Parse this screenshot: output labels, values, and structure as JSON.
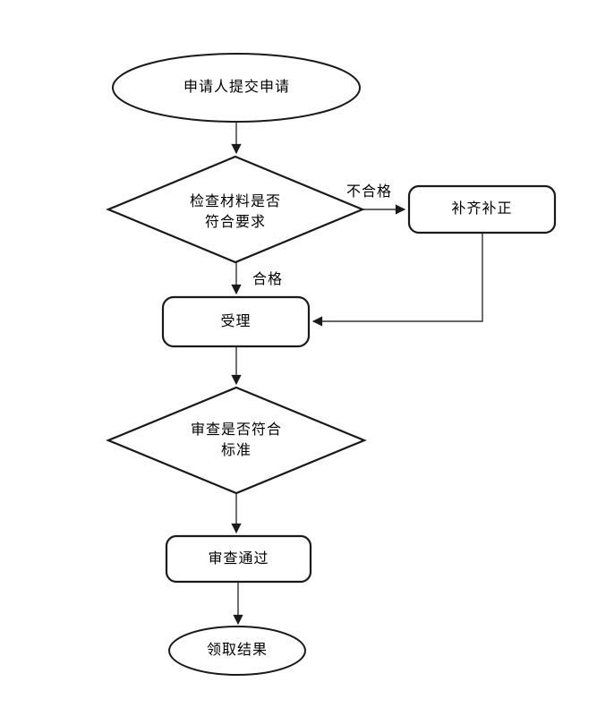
{
  "diagram": {
    "type": "flowchart",
    "background": "#ffffff",
    "stroke_color": "#1a1a1a",
    "connector_color": "#333333",
    "text_color": "#000000",
    "nodes": {
      "start": {
        "shape": "ellipse",
        "label": "申请人提交申请"
      },
      "check": {
        "shape": "diamond",
        "label_line1": "检查材料是否",
        "label_line2": "符合要求"
      },
      "supplement": {
        "shape": "rounded-rect",
        "label": "补齐补正"
      },
      "accept": {
        "shape": "rounded-rect",
        "label": "受理"
      },
      "review": {
        "shape": "diamond",
        "label_line1": "审查是否符合",
        "label_line2": "标准"
      },
      "pass": {
        "shape": "rounded-rect",
        "label": "审查通过"
      },
      "result": {
        "shape": "ellipse",
        "label": "领取结果"
      }
    },
    "edges": [
      {
        "from": "start",
        "to": "check",
        "label": ""
      },
      {
        "from": "check",
        "to": "supplement",
        "label": "不合格"
      },
      {
        "from": "check",
        "to": "accept",
        "label": "合格"
      },
      {
        "from": "supplement",
        "to": "accept",
        "label": ""
      },
      {
        "from": "accept",
        "to": "review",
        "label": ""
      },
      {
        "from": "review",
        "to": "pass",
        "label": ""
      },
      {
        "from": "pass",
        "to": "result",
        "label": ""
      }
    ]
  }
}
